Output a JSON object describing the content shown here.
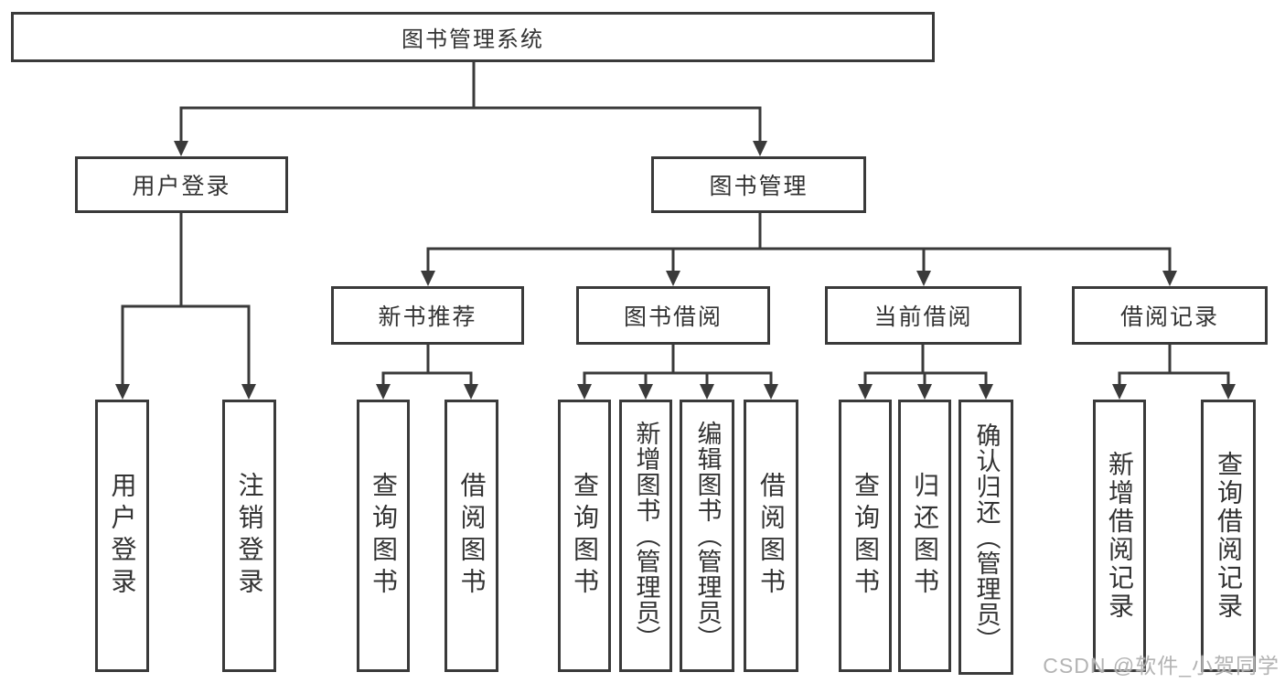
{
  "diagram": {
    "type": "hierarchy-tree",
    "line_color": "#3a3a3a",
    "background": "#ffffff",
    "text_color": "#333333"
  },
  "tree": {
    "root": {
      "label": "图书管理系统"
    },
    "branches": [
      {
        "label": "用户登录",
        "children": [
          {
            "label": "用户登录"
          },
          {
            "label": "注销登录"
          }
        ]
      },
      {
        "label": "图书管理",
        "children": [
          {
            "label": "新书推荐",
            "children": [
              {
                "label": "查询图书"
              },
              {
                "label": "借阅图书"
              }
            ]
          },
          {
            "label": "图书借阅",
            "children": [
              {
                "label": "查询图书"
              },
              {
                "label": "新增图书（管理员）"
              },
              {
                "label": "编辑图书（管理员）"
              },
              {
                "label": "借阅图书"
              }
            ]
          },
          {
            "label": "当前借阅",
            "children": [
              {
                "label": "查询图书"
              },
              {
                "label": "归还图书"
              },
              {
                "label": "确认归还（管理员）"
              }
            ]
          },
          {
            "label": "借阅记录",
            "children": [
              {
                "label": "新增借阅记录"
              },
              {
                "label": "查询借阅记录"
              }
            ]
          }
        ]
      }
    ]
  },
  "watermark": {
    "text": "CSDN @软件_小贺同学",
    "color": "#afafaf"
  }
}
